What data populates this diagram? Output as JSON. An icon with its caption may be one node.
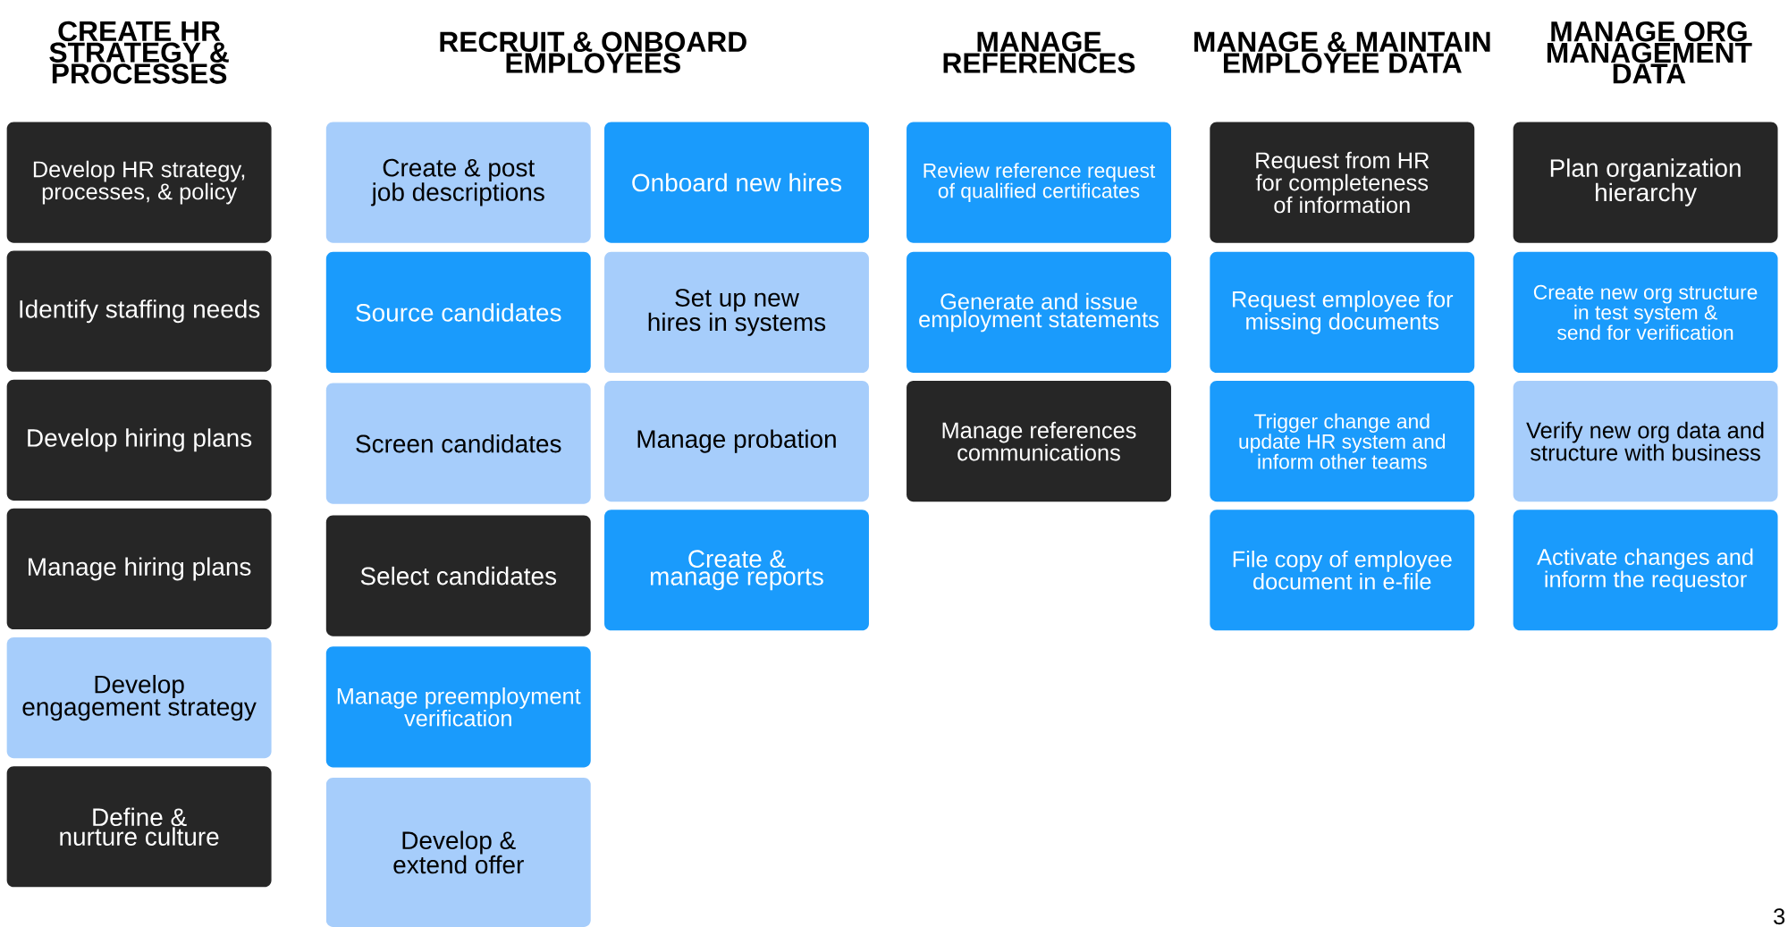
{
  "diagram": {
    "nodes": [
      {
        "text": [
          "Develop HR strategy, processes, & policy"
        ]
      },
      {
        "text": [
          "Identify staffing needs"
        ]
      },
      {
        "text": [
          "Develop hiring plans"
        ]
      },
      {
        "text": [
          "Manage hiring plans"
        ]
      },
      {
        "text": [
          "Develop engagement strategy"
        ]
      },
      {
        "text": [
          "Define & nurture culture"
        ]
      },
      {
        "text": [
          "Create & post job descriptions"
        ]
      },
      {
        "text": [
          "Source candidates"
        ]
      },
      {
        "text": [
          "Screen candidates"
        ]
      },
      {
        "text": [
          "Select candidates"
        ]
      },
      {
        "text": [
          "Manage preemployment verification"
        ]
      },
      {
        "text": [
          "Develop & extend offer"
        ]
      },
      {
        "text": [
          "Onboard new hires"
        ]
      },
      {
        "text": [
          "Set up new hires in systems"
        ]
      },
      {
        "text": [
          "Manage probation"
        ]
      },
      {
        "text": [
          "Create & manage reports"
        ]
      },
      {
        "text": [
          "Review reference request of qualified certificates"
        ]
      },
      {
        "text": [
          "Generate and issue employment statements"
        ]
      },
      {
        "text": [
          "Manage references communications"
        ]
      },
      {
        "text": [
          "Request from HR for completeness of information"
        ]
      },
      {
        "text": [
          "Request employee for missing documents"
        ]
      },
      {
        "text": [
          "Trigger change and update HR system and inform other teams"
        ]
      },
      {
        "text": [
          "File copy of employee document in e-file"
        ]
      },
      {
        "text": [
          "Plan organization hierarchy"
        ]
      },
      {
        "text": [
          "Create new org structure in test system & send for verification"
        ]
      },
      {
        "text": [
          "Verify new org data and structure with business"
        ]
      },
      {
        "text": [
          "Activate changes and inform the requestor"
        ]
      }
    ],
    "labels": [
      "CREATE HR STRATEGY & PROCESSES",
      "RECRUIT & ONBOARD EMPLOYEES",
      "MANAGE REFERENCES",
      "MANAGE & MAINTAIN EMPLOYEE DATA",
      "MANAGE ORG MANAGEMENT DATA",
      "3"
    ]
  }
}
